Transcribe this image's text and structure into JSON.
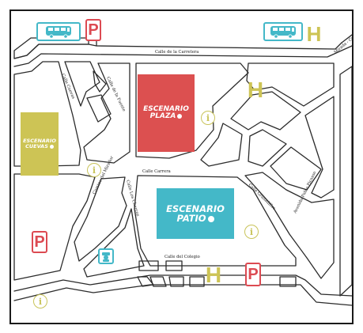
{
  "colors": {
    "plaza": "#dc5050",
    "patio": "#44b8c8",
    "cuevas": "#cdc455",
    "parking": "#dc4a52",
    "hotel": "#cdc455",
    "info": "#c9c45a",
    "bus": "#44b8c8",
    "police": "#44b8c8",
    "road_outline": "#2b2b2b"
  },
  "venues": {
    "plaza": {
      "line1": "ESCENARIO",
      "line2": "PLAZA"
    },
    "patio": {
      "line1": "ESCENARIO",
      "line2": "PATIO"
    },
    "cuevas": {
      "line1": "ESCENARIO",
      "line2": "CUEVAS"
    }
  },
  "streets": {
    "carretera": "Calle de la Carretera",
    "fuente": "Calle de la Fuente",
    "cuevas": "Calle Cuevas",
    "carrera": "Calle Carrera",
    "mirador": "Camino del Mirador",
    "charcos": "Calle Los Charcos",
    "colegio": "Calle del Colegio",
    "granadillos": "Calle Granadillos",
    "pablo_picasso": "Avenida Pablo Picasso",
    "mirada_coin": "Mirada - Coín"
  },
  "signs": {
    "parking": "P",
    "hotel": "H",
    "info": "i"
  },
  "icons": {
    "bus": "bus-icon",
    "police": "police-icon",
    "info": "info-icon",
    "parking": "parking-sign-icon",
    "hotel": "hotel-sign-icon"
  }
}
